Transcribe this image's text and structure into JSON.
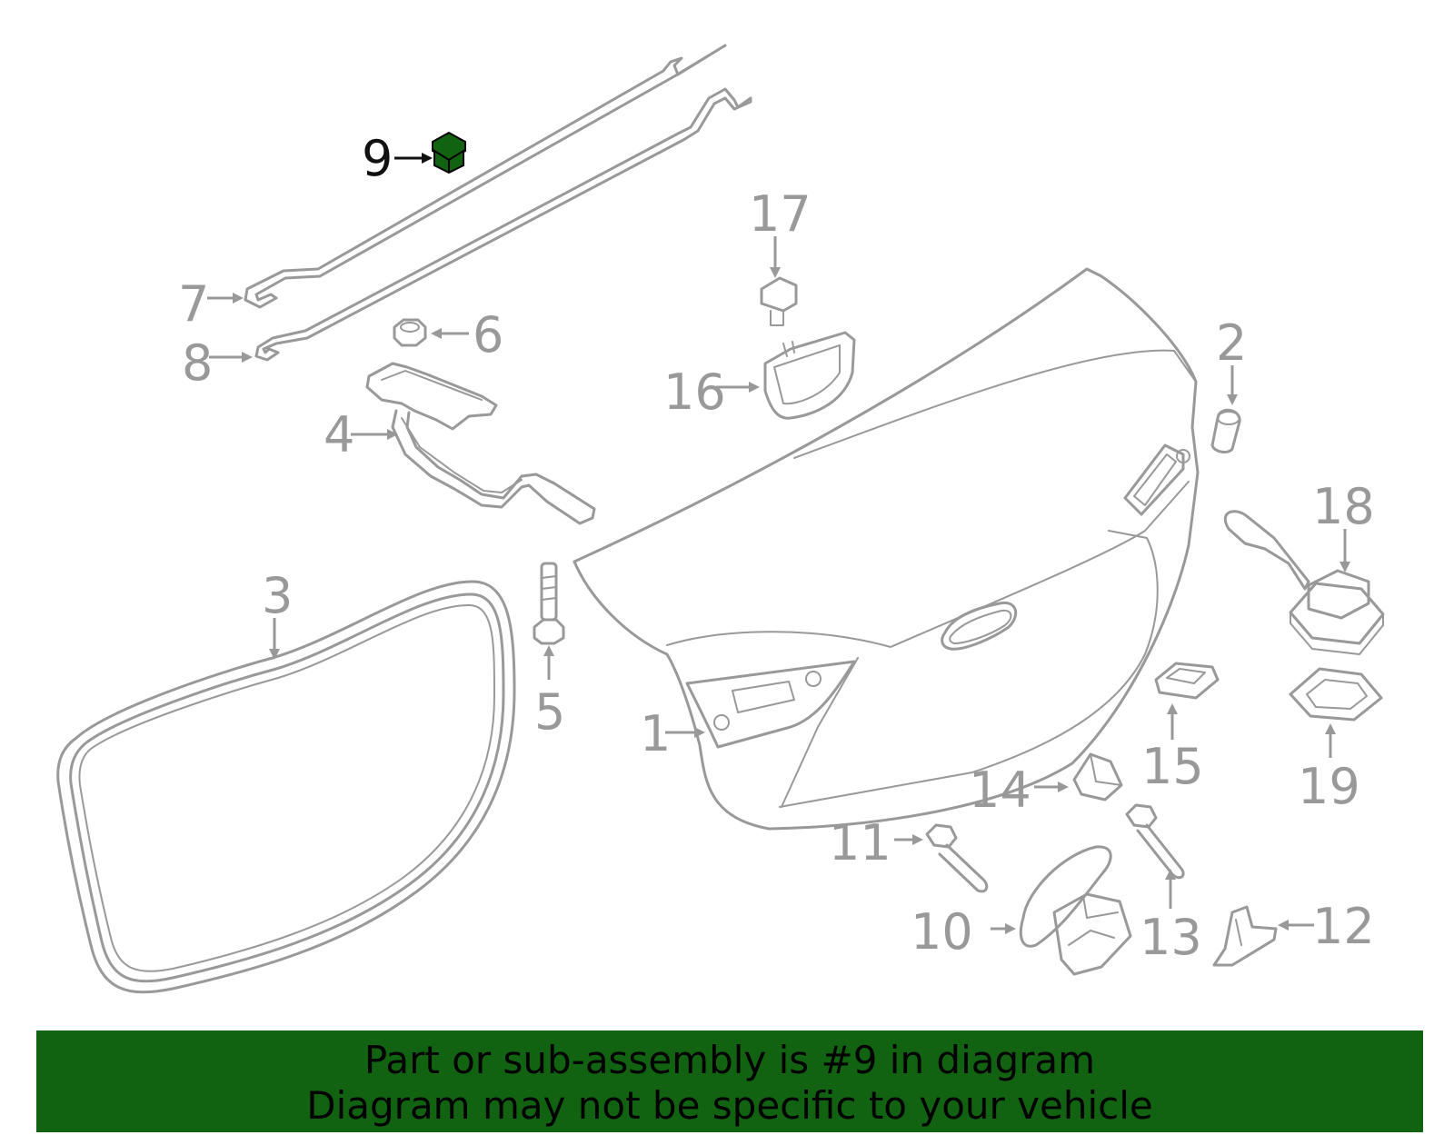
{
  "diagram": {
    "highlight_color": "#116211",
    "highlighted_part": "9",
    "callouts": [
      "1",
      "2",
      "3",
      "4",
      "5",
      "6",
      "7",
      "8",
      "9",
      "10",
      "11",
      "12",
      "13",
      "14",
      "15",
      "16",
      "17",
      "18",
      "19"
    ]
  },
  "banner": {
    "line1": "Part or sub-assembly is #9 in diagram",
    "line2": "Diagram may not be specific to your vehicle",
    "background": "#116211"
  }
}
